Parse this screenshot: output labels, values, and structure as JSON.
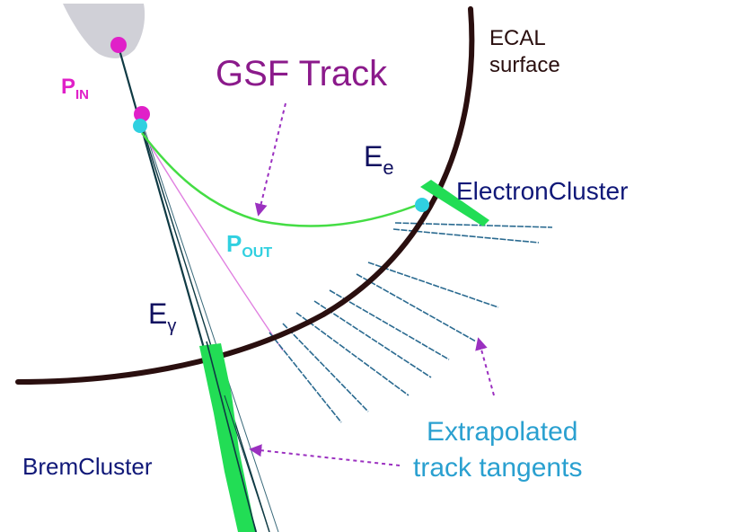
{
  "labels": {
    "ecal_surface_line1": "ECAL",
    "ecal_surface_line2": "surface",
    "gsf_track": "GSF Track",
    "p_in_base": "P",
    "p_in_sub": "IN",
    "p_out_base": "P",
    "p_out_sub": "OUT",
    "e_e_base": "E",
    "e_e_sub": "e",
    "e_gamma_base": "E",
    "e_gamma_sub": "γ",
    "electron_cluster": "ElectronCluster",
    "brem_cluster": "BremCluster",
    "tangents_line1": "Extrapolated",
    "tangents_line2": "track tangents"
  },
  "colors": {
    "ecal_surface": "#2a0f0f",
    "gsf_track_label": "#8b1a8b",
    "gsf_arrow": "#9b30c0",
    "p_in": "#e020c8",
    "p_out": "#30d0e0",
    "energy_label": "#101060",
    "electron_cluster_label": "#101878",
    "brem_cluster_label": "#101878",
    "tangents_label": "#2aa0d0",
    "tangent_lines": "#2a6a90",
    "green_track": "#44dd44",
    "cluster_fill": "#22dd55",
    "pink_track": "#e080e0",
    "primary_track": "#0f3a44",
    "beam_pipe": "#c8c8d0"
  }
}
